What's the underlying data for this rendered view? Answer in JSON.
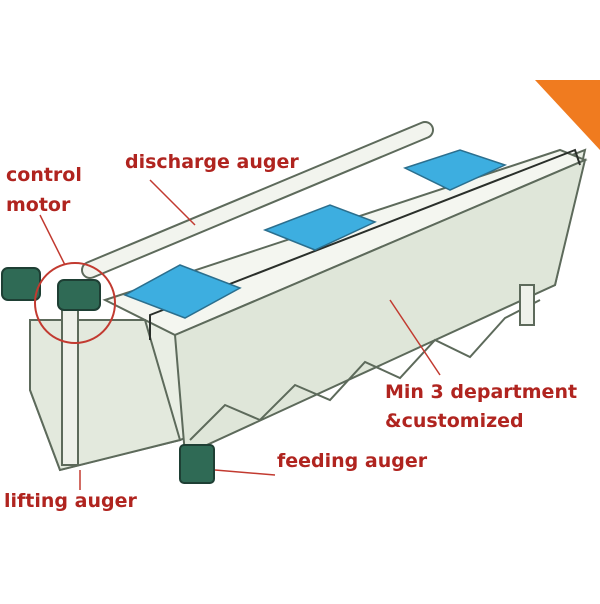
{
  "labels": {
    "control": "control",
    "motor": "motor",
    "discharge_auger": "discharge auger",
    "min_dept": "Min 3 department",
    "customized": "&customized",
    "feeding_auger": "feeding auger",
    "lifting_auger": "lifting auger"
  },
  "colors": {
    "label_text": "#b0241f",
    "callout_line": "#c23a30",
    "body_fill": "#e9eee4",
    "body_stroke": "#5d6a5b",
    "panel_blue": "#3daee0",
    "motor_green": "#2f6a55",
    "corner_orange": "#f07b1f"
  }
}
